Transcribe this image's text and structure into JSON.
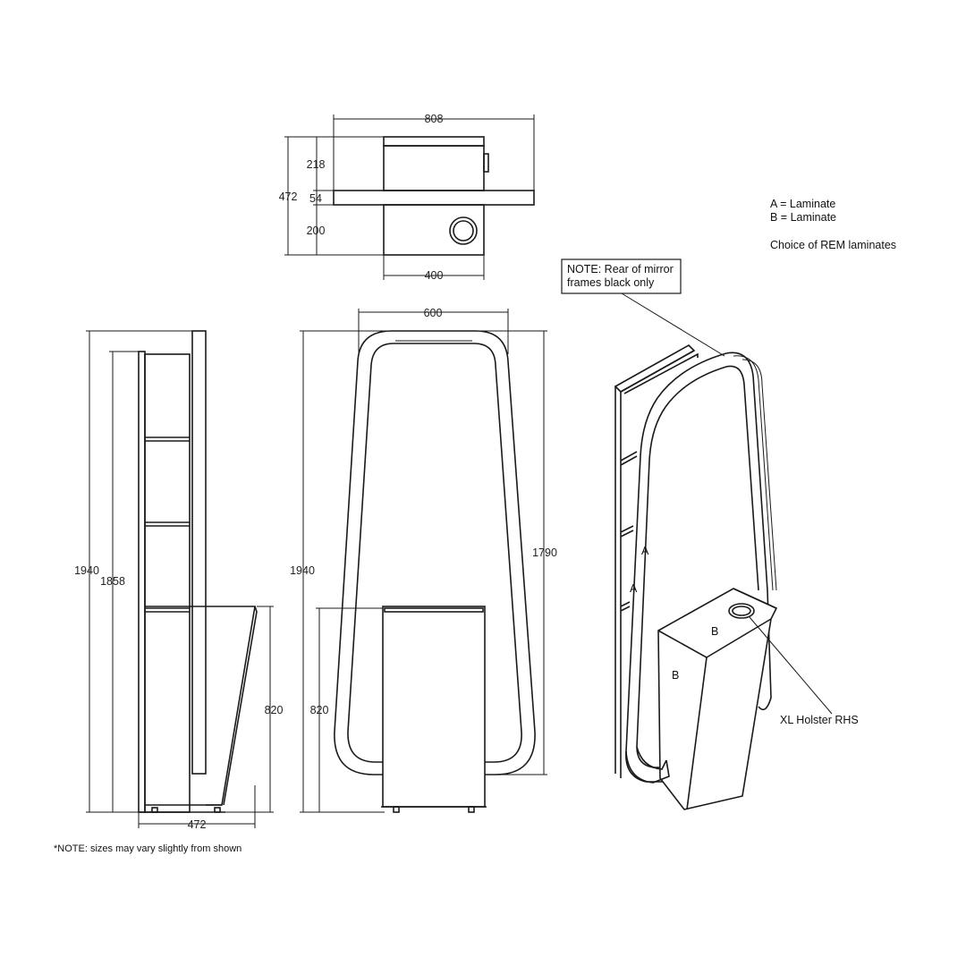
{
  "dimensions": {
    "top_width": "808",
    "top_depth": "472",
    "top_upper": "218",
    "top_shelf": "54",
    "top_lower": "200",
    "top_base": "400",
    "side_height": "1940",
    "side_inner": "1858",
    "side_base_height": "820",
    "side_depth": "472",
    "front_width": "600",
    "front_height": "1940",
    "front_mirror": "1790",
    "front_base_height": "820"
  },
  "legend": {
    "line_a": "A = Laminate",
    "line_b": "B = Laminate",
    "choice": "Choice of REM laminates"
  },
  "notes": {
    "rear_line1": "NOTE: Rear of mirror",
    "rear_line2": "frames black only",
    "sizes": "*NOTE: sizes may vary slightly from shown"
  },
  "callouts": {
    "a1": "A",
    "a2": "A",
    "b1": "B",
    "b2": "B",
    "holster": "XL Holster RHS"
  }
}
